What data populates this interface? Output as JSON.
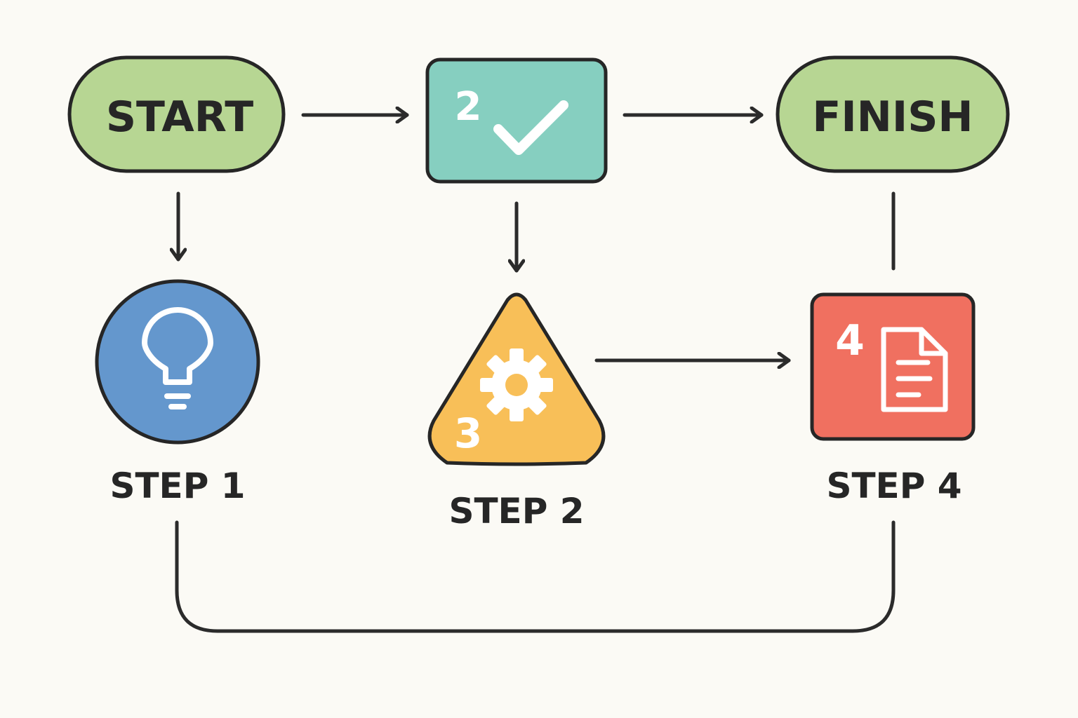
{
  "nodes": {
    "start": {
      "label": "START",
      "color": "#b7d693"
    },
    "check": {
      "badge": "2",
      "color": "#86cfc0",
      "icon": "checkmark-icon"
    },
    "finish": {
      "label": "FINISH",
      "color": "#b7d693"
    },
    "step1": {
      "label": "STEP 1",
      "color": "#6497cd",
      "icon": "lightbulb-icon"
    },
    "step2": {
      "label": "STEP 2",
      "badge": "3",
      "color": "#f8bf58",
      "icon": "gear-icon"
    },
    "step4": {
      "label": "STEP 4",
      "badge": "4",
      "color": "#f07060",
      "icon": "document-icon"
    }
  },
  "colors": {
    "line": "#2b2b2b",
    "outline": "#262626",
    "background": "#fbfaf5"
  }
}
